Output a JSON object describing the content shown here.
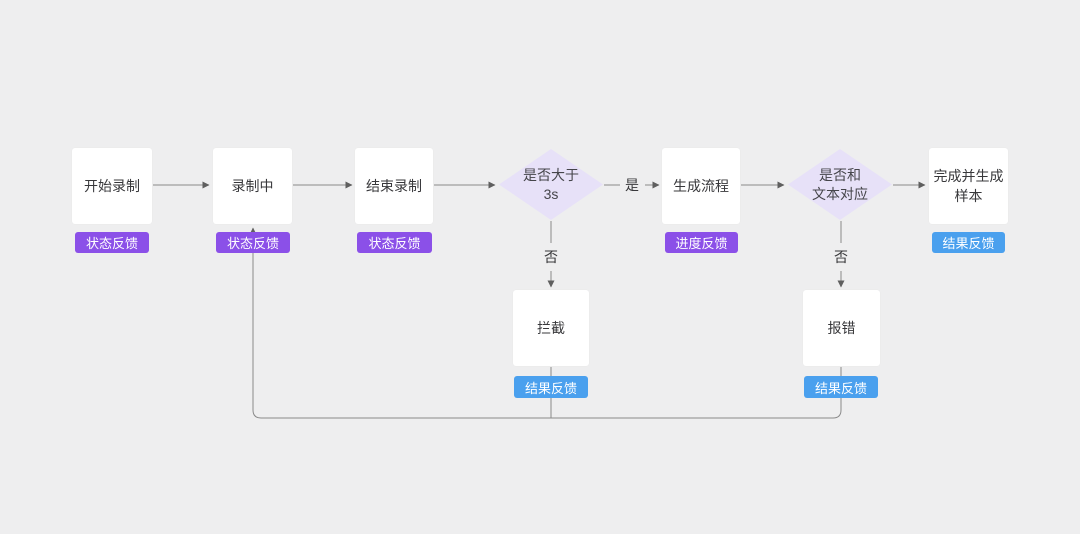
{
  "flowchart": {
    "nodes": {
      "start_record": {
        "label": "开始录制",
        "badge": "状态反馈"
      },
      "recording": {
        "label": "录制中",
        "badge": "状态反馈"
      },
      "end_record": {
        "label": "结束录制",
        "badge": "状态反馈"
      },
      "check_duration": {
        "label_line1": "是否大于",
        "label_line2": "3s"
      },
      "generate_process": {
        "label": "生成流程",
        "badge": "进度反馈"
      },
      "check_text_match": {
        "label_line1": "是否和",
        "label_line2": "文本对应"
      },
      "complete_generate_sample": {
        "label_line1": "完成并生成",
        "label_line2": "样本",
        "badge": "结果反馈"
      },
      "intercept": {
        "label": "拦截",
        "badge": "结果反馈"
      },
      "error": {
        "label": "报错",
        "badge": "结果反馈"
      }
    },
    "edge_labels": {
      "yes": "是",
      "no": "否"
    },
    "colors": {
      "background": "#eeeeef",
      "node_fill": "#ffffff",
      "diamond_fill": "#e7e1f8",
      "status_badge_purple": "#8b50e8",
      "result_badge_blue": "#4aa0ee",
      "line": "#8a8a8a"
    }
  }
}
